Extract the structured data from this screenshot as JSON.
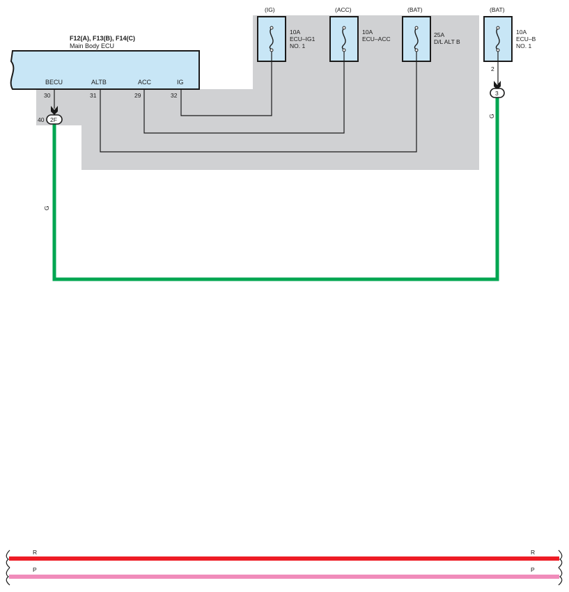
{
  "ecu": {
    "connectors": "F12(A), F13(B), F14(C)",
    "name": "Main Body ECU",
    "pins": [
      {
        "label": "BECU",
        "number": "30"
      },
      {
        "label": "ALTB",
        "number": "31"
      },
      {
        "label": "ACC",
        "number": "29"
      },
      {
        "label": "IG",
        "number": "32"
      }
    ],
    "junction_pin": "40",
    "junction_label": "2F"
  },
  "fuses": [
    {
      "source": "(IG)",
      "rating": "10A",
      "name_line1": "ECU–IG1",
      "name_line2": "NO. 1"
    },
    {
      "source": "(ACC)",
      "rating": "10A",
      "name_line1": "ECU–ACC",
      "name_line2": ""
    },
    {
      "source": "(BAT)",
      "rating": "25A",
      "name_line1": "D/L ALT B",
      "name_line2": ""
    },
    {
      "source": "(BAT)",
      "rating": "10A",
      "name_line1": "ECU–B",
      "name_line2": "NO. 1",
      "pin": "2",
      "junction_label": "3"
    }
  ],
  "wires": {
    "main_color_code": "G",
    "fuse_b_color_code": "G"
  },
  "bus": [
    {
      "code_left": "R",
      "code_right": "R",
      "color": "#ee1c25"
    },
    {
      "code_left": "P",
      "code_right": "P",
      "color": "#f08cba"
    }
  ],
  "colors": {
    "module_fill": "#c8e6f6",
    "shaded_region": "#d0d1d3",
    "green_wire": "#00a651"
  }
}
